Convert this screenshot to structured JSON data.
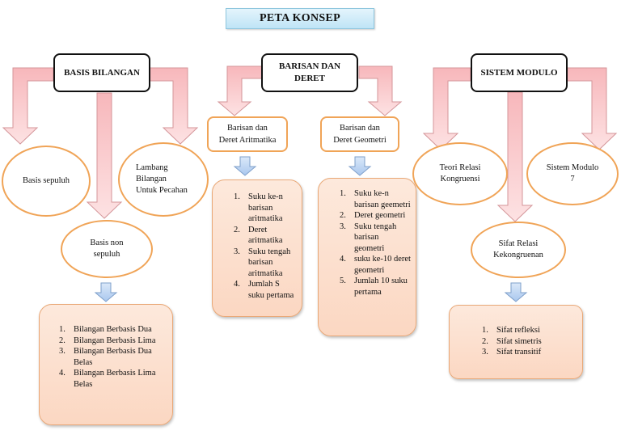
{
  "title": "PETA KONSEP",
  "colors": {
    "arrow_pink": "#f9c3c6",
    "arrow_border": "#d4969a",
    "arrow_blue": "#c9def5",
    "ellipse_border": "#f0a457",
    "list_fill": "#fbdcc9",
    "title_fill": "#cdeaf8"
  },
  "branches": {
    "basis": {
      "label": "BASIS BILANGAN",
      "nodes": {
        "left": "Basis sepuluh",
        "right": [
          "Lambang",
          "Bilangan",
          "Untuk Pecahan"
        ],
        "middle": [
          "Basis non",
          "sepuluh"
        ]
      },
      "list": [
        {
          "num": "1.",
          "text": "Bilangan Berbasis Dua"
        },
        {
          "num": "2.",
          "text": "Bilangan Berbasis Lima"
        },
        {
          "num": "3.",
          "text": "Bilangan Berbasis Dua Belas"
        },
        {
          "num": "4.",
          "text": "Bilangan Berbasis Lima Belas"
        }
      ]
    },
    "barisan": {
      "label": [
        "BARISAN DAN",
        "DERET"
      ],
      "left": {
        "label": [
          "Barisan dan",
          "Deret Aritmatika"
        ],
        "list": [
          {
            "num": "1.",
            "text": "Suku ke-n barisan aritmatika"
          },
          {
            "num": "2.",
            "text": "Deret aritmatika"
          },
          {
            "num": "3.",
            "text": "Suku tengah barisan aritmatika"
          },
          {
            "num": "4.",
            "text": "Jumlah S suku pertama"
          }
        ]
      },
      "right": {
        "label": [
          "Barisan dan",
          "Deret Geometri"
        ],
        "list": [
          {
            "num": "1.",
            "text": "Suku ke-n barisan geemetri"
          },
          {
            "num": "2.",
            "text": "Deret geometri"
          },
          {
            "num": "3.",
            "text": "Suku tengah barisan geometri"
          },
          {
            "num": "4.",
            "text": "suku ke-10 deret geometri"
          },
          {
            "num": "5.",
            "text": "Jumlah 10 suku pertama"
          }
        ]
      }
    },
    "modulo": {
      "label": "SISTEM MODULO",
      "nodes": {
        "left": [
          "Teori Relasi",
          "Kongruensi"
        ],
        "right": [
          "Sistem Modulo",
          "7"
        ],
        "middle": [
          "Sifat Relasi",
          "Kekongruenan"
        ]
      },
      "list": [
        {
          "num": "1.",
          "text": "Sifat refleksi"
        },
        {
          "num": "2.",
          "text": "Sifat simetris"
        },
        {
          "num": "3.",
          "text": "Sifat transitif"
        }
      ]
    }
  }
}
